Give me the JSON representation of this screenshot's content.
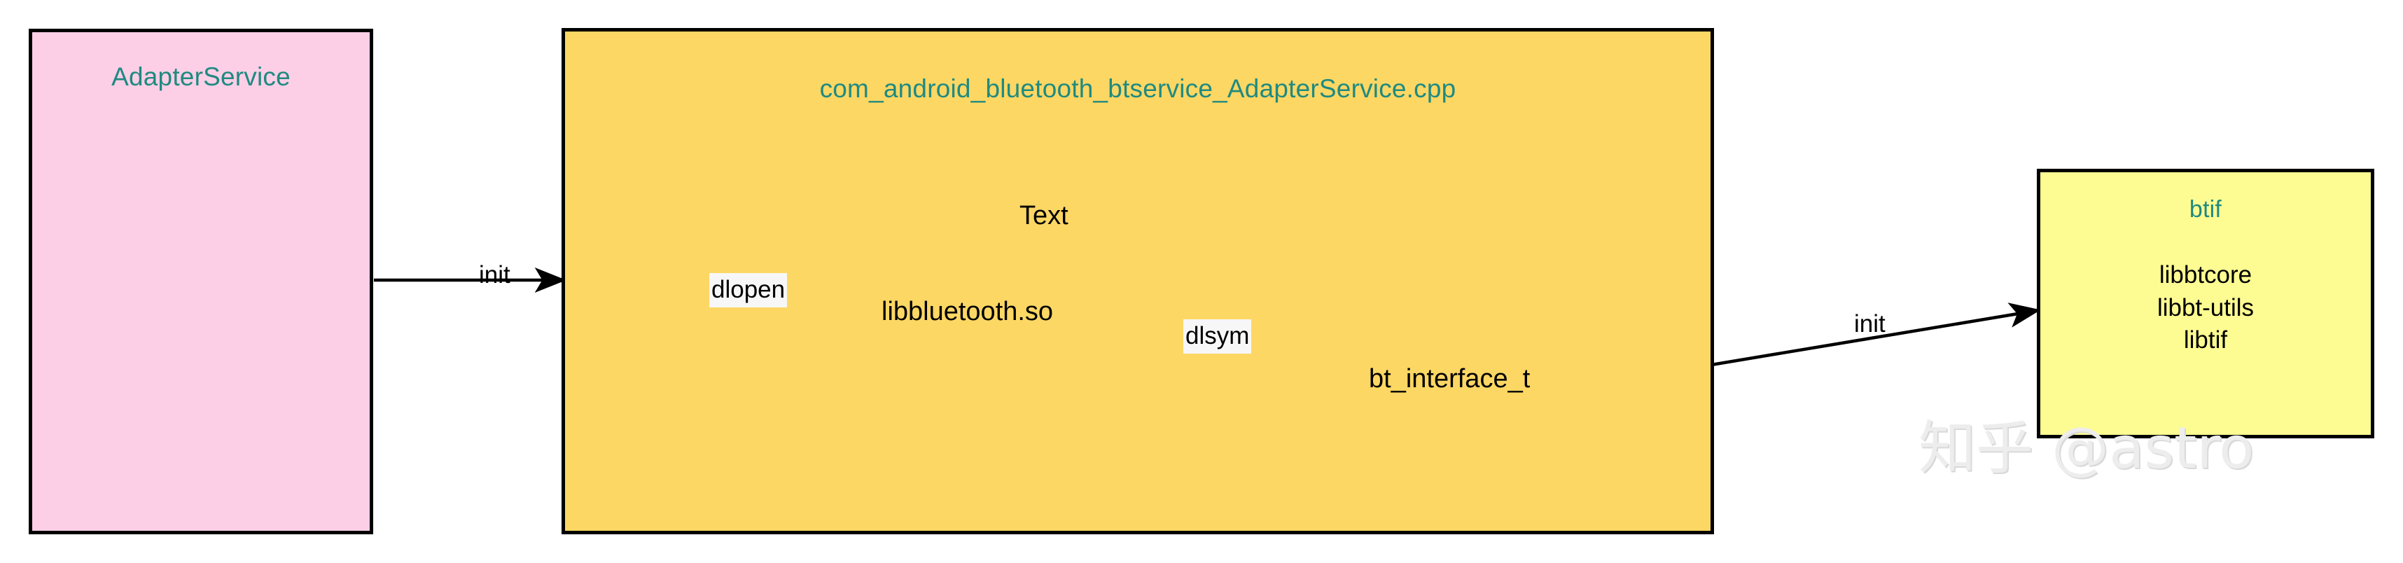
{
  "diagram": {
    "title": "Android Bluetooth AdapterService JNI initialization flow",
    "background": "#ffffff",
    "colors": {
      "node_pink": "#FCCFE7",
      "node_orange": "#FCD764",
      "node_yellow": "#FDFC92",
      "node_border": "#000000",
      "title_teal": "#1F8A80",
      "text_black": "#000000",
      "edge_label_bg": "#F7F7F7",
      "watermark_gray": "#EDEDED"
    },
    "nodes": [
      {
        "id": "adapterservice",
        "title": "AdapterService",
        "fill": "#FCCFE7",
        "lines": []
      },
      {
        "id": "jni",
        "title": "com_android_bluetooth_btservice_AdapterService.cpp",
        "fill": "#FCD764",
        "lines": []
      },
      {
        "id": "btif",
        "title": "btif",
        "fill": "#FDFC92",
        "lines": [
          "libbtcore",
          "libbt-utils",
          "libtif"
        ]
      }
    ],
    "inner_labels": {
      "text_section": "Text",
      "libbluetooth": "libbluetooth.so",
      "bt_interface": "bt_interface_t"
    },
    "edges": [
      {
        "id": "init1",
        "label": "init",
        "from": "adapterservice",
        "to": "jni",
        "boxed": false
      },
      {
        "id": "dlopen",
        "label": "dlopen",
        "from": "jni-entry",
        "to": "libbluetooth",
        "boxed": true
      },
      {
        "id": "dlsym",
        "label": "dlsym",
        "from": "libbluetooth",
        "to": "bt_interface",
        "boxed": true
      },
      {
        "id": "init2",
        "label": "init",
        "from": "bt_interface",
        "to": "btif",
        "boxed": false
      }
    ],
    "watermark": "知乎 @astro"
  }
}
